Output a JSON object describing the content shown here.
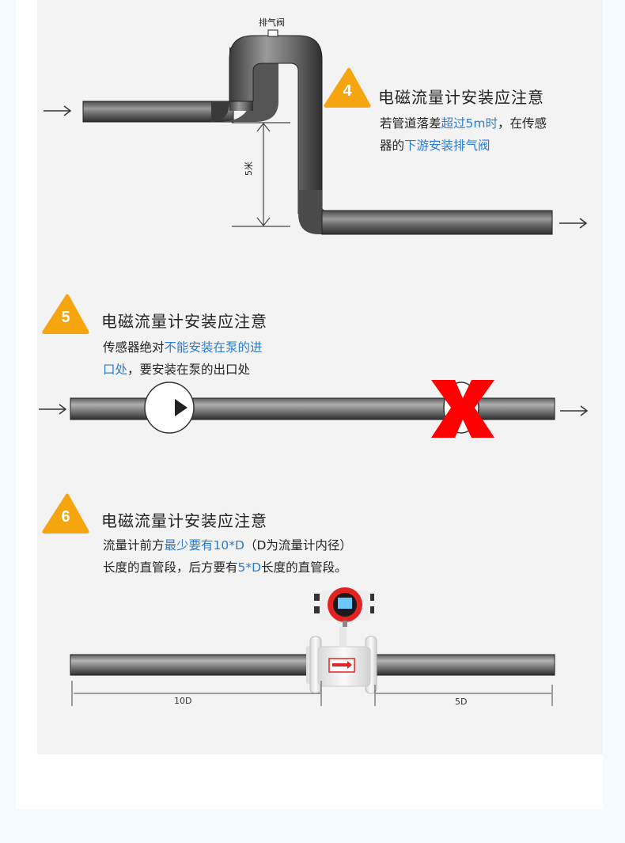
{
  "colors": {
    "outer_bg": "#f5fafe",
    "panel_bg": "#f3f3f3",
    "triangle": "#f6a50f",
    "highlight_text": "#2b7bd1",
    "body_text": "#222222",
    "cross": "#ff0000",
    "meter_red": "#e32222"
  },
  "section4": {
    "badge_number": "4",
    "title": "电磁流量计安装应注意",
    "line1_plain_a": "若管道落差",
    "line1_highlight": "超过5m时",
    "line1_plain_b": "，在传感",
    "line2_plain": "器的",
    "line2_highlight": "下游安装排气阀",
    "diagram": {
      "valve_label": "排气阀",
      "height_label": "5米",
      "inlet_arrow": "flow-arrow-right",
      "outlet_arrow": "flow-arrow-right"
    }
  },
  "section5": {
    "badge_number": "5",
    "title": "电磁流量计安装应注意",
    "line1_plain": "传感器绝对",
    "line1_highlight": "不能安装在泵的进",
    "line2_highlight": "口处",
    "line2_plain": "，要安装在泵的出口处",
    "diagram": {
      "pump_icon": "pump-play-icon",
      "wrong_mark": "red-x-icon"
    }
  },
  "section6": {
    "badge_number": "6",
    "title": "电磁流量计安装应注意",
    "line1_plain_a": "流量计前方",
    "line1_highlight": "最少要有10*D",
    "line1_plain_b": "（D为流量计内径）",
    "line2_plain_a": "长度的直管段，后方要有",
    "line2_highlight": "5*D",
    "line2_plain_b": "长度的直管段。",
    "diagram": {
      "upstream_label": "10D",
      "downstream_label": "5D"
    }
  }
}
